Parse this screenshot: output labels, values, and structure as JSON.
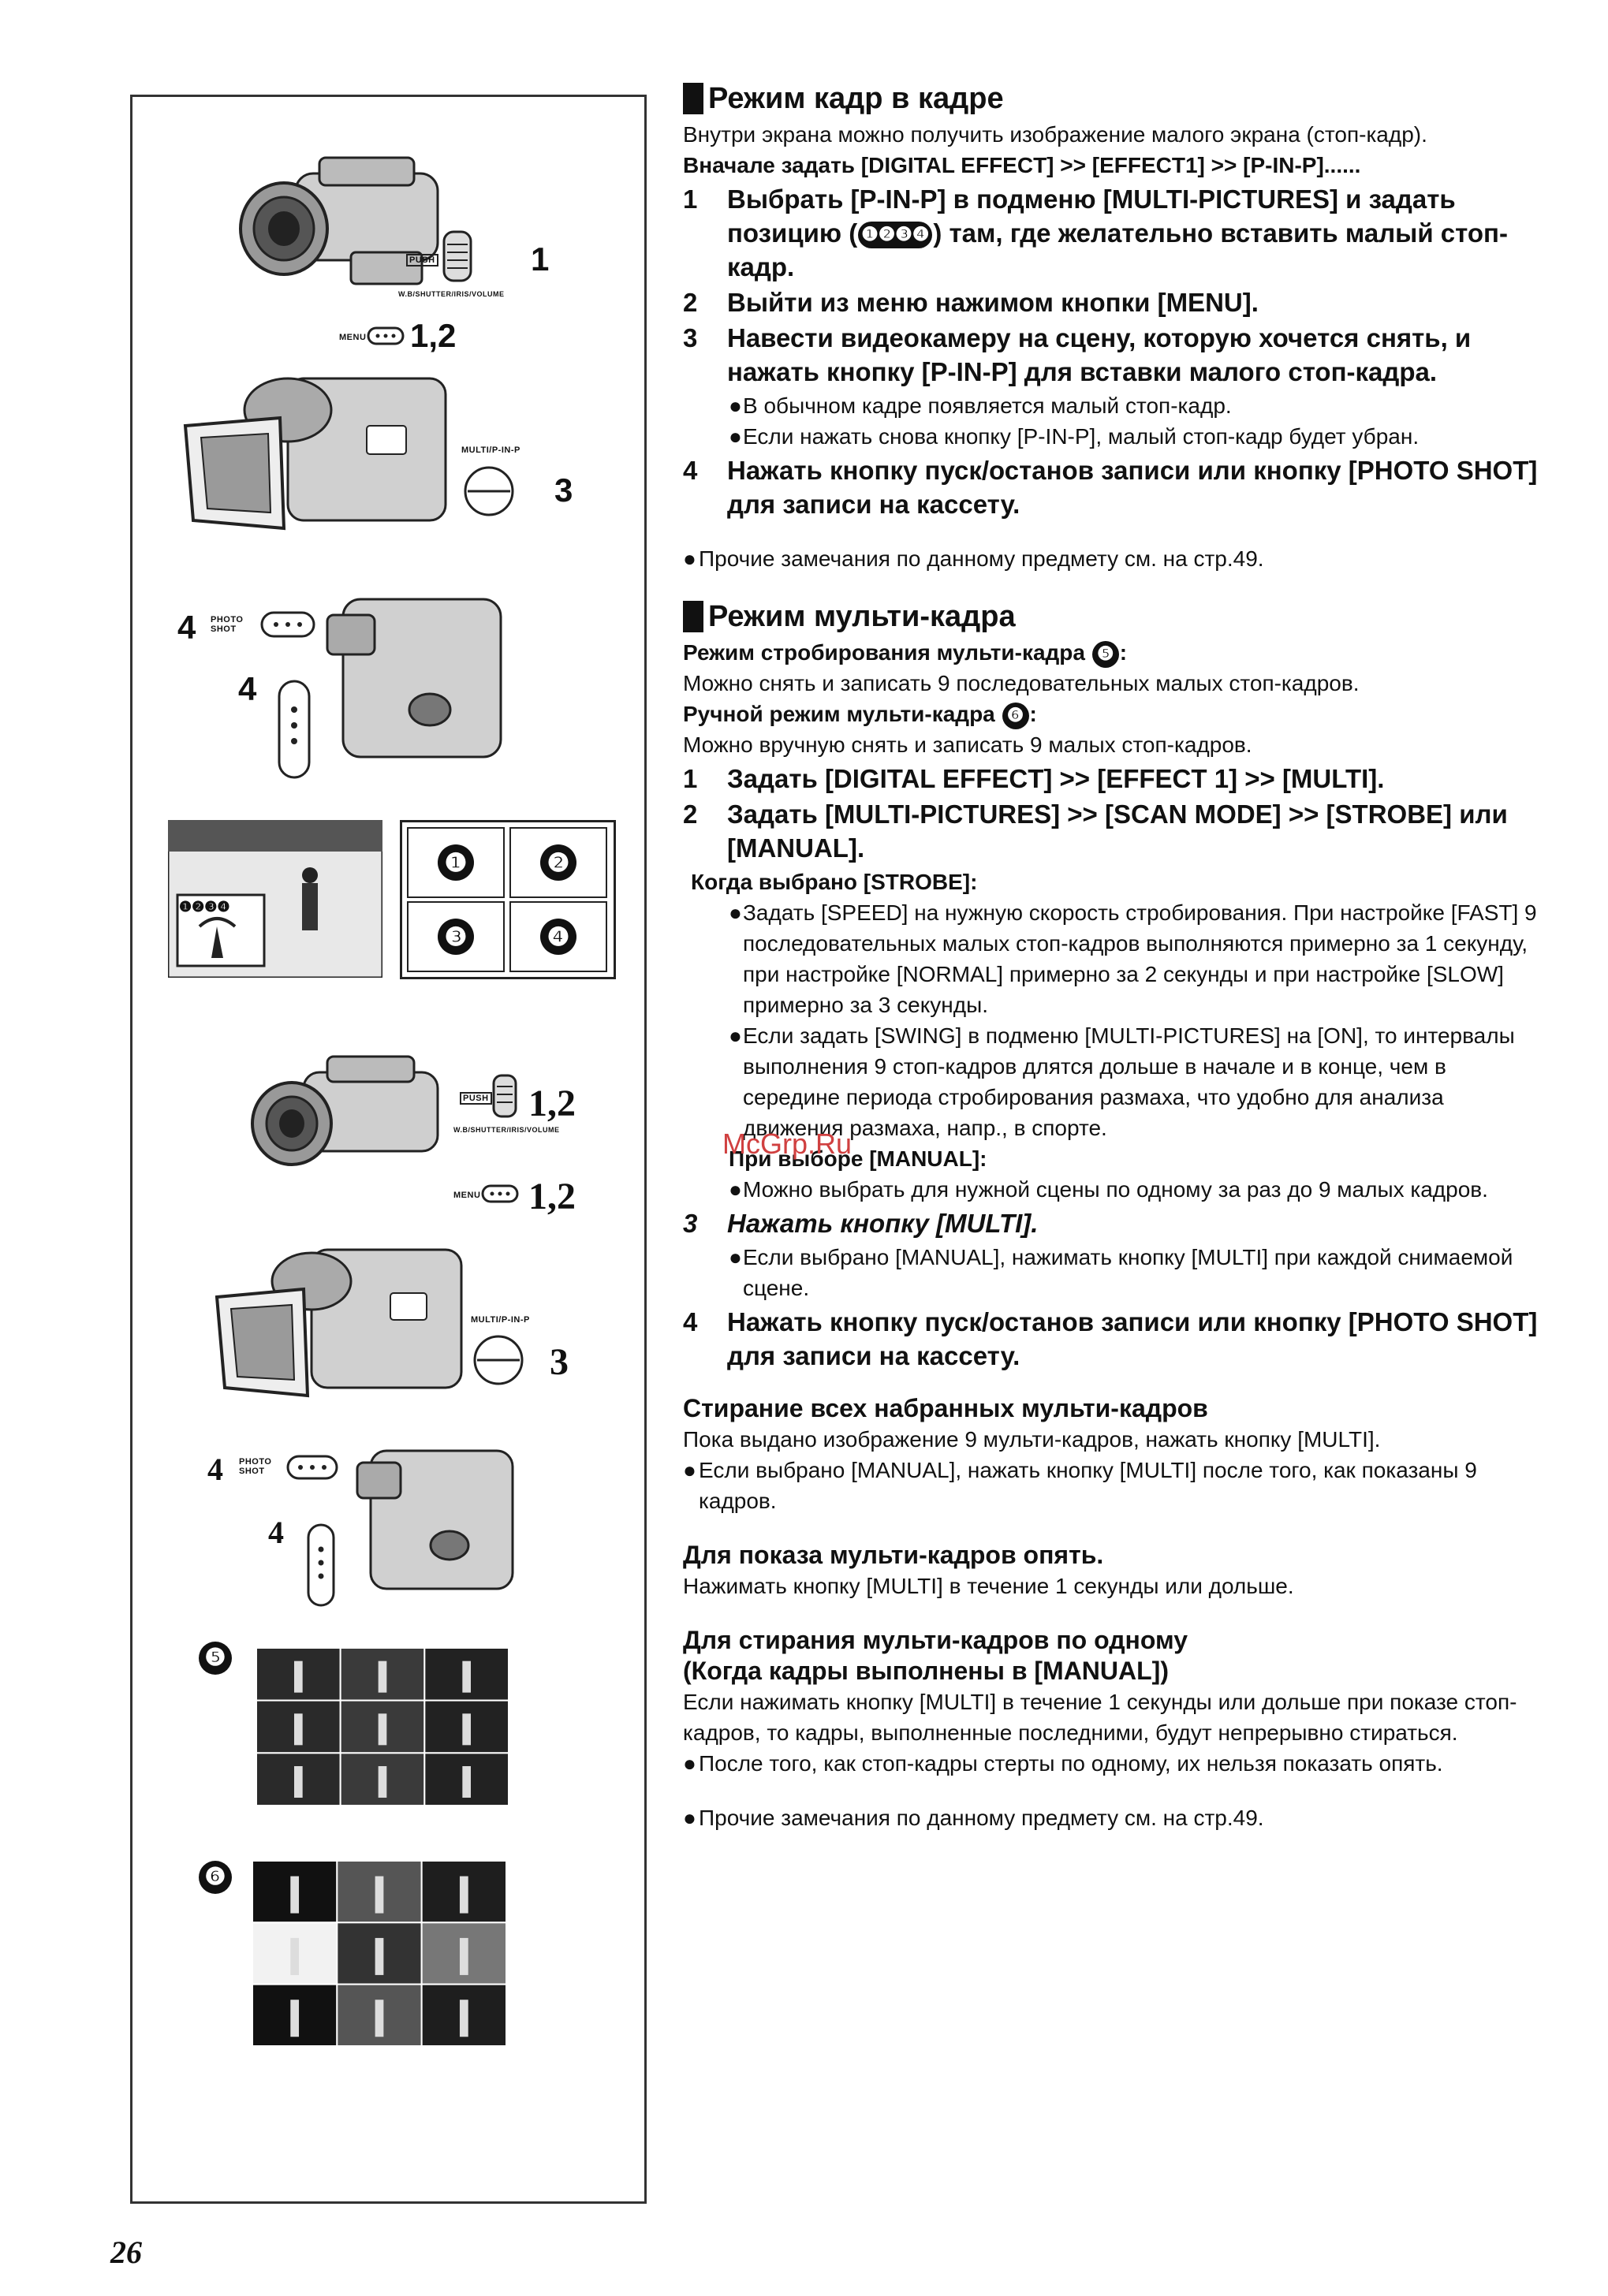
{
  "page_number": "26",
  "watermark": "McGrp.Ru",
  "left": {
    "labels": {
      "push": "PUSH",
      "wb_shutter": "W.B/SHUTTER/IRIS/VOLUME",
      "menu": "MENU",
      "multi_pinp": "MULTI/P-IN-P",
      "photo_shot": "PHOTO SHOT"
    },
    "callouts": {
      "c1": "1",
      "c12a": "1,2",
      "c3a": "3",
      "c4a": "4",
      "c4b": "4",
      "c12b": "1,2",
      "c12c": "1,2",
      "c3b": "3",
      "c4c": "4",
      "c4d": "4"
    },
    "quad_numbers": [
      "❶",
      "❷",
      "❸",
      "❹"
    ],
    "pinp_inset": "❶❷❸❹",
    "fig_markers": [
      "❺",
      "❻"
    ]
  },
  "sec1": {
    "title": "Режим кадр в кадре",
    "intro": "Внутри экрана можно получить изображение малого экрана (стоп-кадр).",
    "first": "Вначале задать [DIGITAL EFFECT] >> [EFFECT1] >> [P-IN-P]......",
    "steps": [
      {
        "n": "1",
        "text_a": "Выбрать [P-IN-P] в подменю [MULTI-PICTURES] и задать позицию (",
        "circles": "❶❷❸❹",
        "text_b": ") там, где желательно вставить малый стоп-кадр."
      },
      {
        "n": "2",
        "text": "Выйти из меню нажимом кнопки [MENU]."
      },
      {
        "n": "3",
        "text": "Навести видеокамеру на сцену, которую хочется снять, и нажать кнопку [P-IN-P] для вставки малого стоп-кадра."
      },
      {
        "n": "4",
        "text": "Нажать кнопку пуск/останов записи или кнопку [PHOTO SHOT] для записи на кассету."
      }
    ],
    "step3_bullets": [
      "В обычном кадре появляется малый стоп-кадр.",
      "Если нажать снова кнопку [P-IN-P], малый стоп-кадр будет убран."
    ],
    "note": "Прочие замечания по данному предмету см. на стр.49."
  },
  "sec2": {
    "title": "Режим мульти-кадра",
    "strobe_head": "Режим стробирования мульти-кадра",
    "strobe_circle": "❺",
    "strobe_text": "Можно снять и записать 9 последовательных малых стоп-кадров.",
    "manual_head": "Ручной режим мульти-кадра",
    "manual_circle": "❻",
    "manual_text": "Можно вручную снять и записать 9 малых стоп-кадров.",
    "steps": [
      {
        "n": "1",
        "text": "Задать [DIGITAL EFFECT] >> [EFFECT 1] >> [MULTI]."
      },
      {
        "n": "2",
        "text": "Задать [MULTI-PICTURES] >> [SCAN MODE] >> [STROBE] или [MANUAL]."
      },
      {
        "n": "3",
        "text": "Нажать кнопку [MULTI]."
      },
      {
        "n": "4",
        "text": "Нажать кнопку пуск/останов записи или кнопку [PHOTO SHOT] для записи на кассету."
      }
    ],
    "when_strobe": "Когда выбрано [STROBE]:",
    "strobe_bullets": [
      "Задать [SPEED] на нужную скорость стробирования. При настройке [FAST] 9 последовательных малых стоп-кадров выполняются примерно за 1 секунду, при настройке [NORMAL] примерно за 2 секунды и при настройке [SLOW] примерно за 3 секунды.",
      "Если задать [SWING] в подменю [MULTI-PICTURES] на [ON], то интервалы выполнения 9 стоп-кадров длятся дольше в начале и в конце, чем в середине периода стробирования размаха, что удобно для анализа движения размаха, напр., в спорте."
    ],
    "when_manual": "При выборе [MANUAL]:",
    "manual_bullets": [
      "Можно выбрать для нужной сцены по одному за раз до 9 малых кадров."
    ],
    "step3_bullets": [
      "Если выбрано [MANUAL], нажимать кнопку [MULTI] при каждой снимаемой сцене."
    ],
    "erase_all_head": "Стирание всех набранных мульти-кадров",
    "erase_all_text": "Пока выдано изображение 9 мульти-кадров, нажать кнопку [MULTI].",
    "erase_all_bullet": "Если выбрано [MANUAL], нажать кнопку [MULTI] после того, как показаны 9 кадров.",
    "show_again_head": "Для показа мульти-кадров опять.",
    "show_again_text": "Нажимать кнопку [MULTI] в течение 1 секунды или дольше.",
    "erase_one_head1": "Для стирания мульти-кадров по одному",
    "erase_one_head2": "(Когда кадры выполнены в [MANUAL])",
    "erase_one_text": "Если нажимать кнопку [MULTI] в течение 1 секунды или дольше при показе стоп-кадров, то кадры, выполненные последними, будут непрерывно стираться.",
    "erase_one_bullet": "После того, как стоп-кадры стерты по одному, их нельзя показать опять.",
    "note": "Прочие замечания по данному предмету см. на стр.49."
  },
  "bullet_glyph": "●"
}
